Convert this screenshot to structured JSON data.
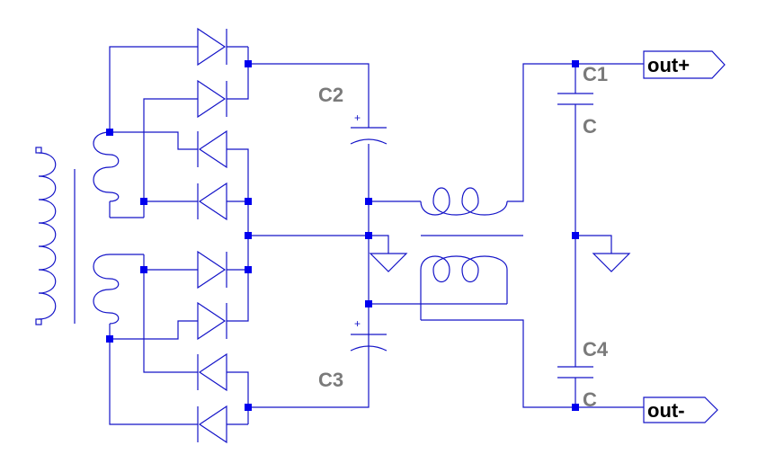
{
  "labels": {
    "c1_name": "C1",
    "c1_value": "C",
    "c2_name": "C2",
    "c3_name": "C3",
    "c4_name": "C4",
    "c4_value": "C",
    "plus_sign": "+"
  },
  "ports": {
    "out_plus": "out+",
    "out_minus": "out-"
  },
  "colors": {
    "wire": "#1414c8",
    "node": "#0000ee",
    "label": "#7a7a7a"
  }
}
